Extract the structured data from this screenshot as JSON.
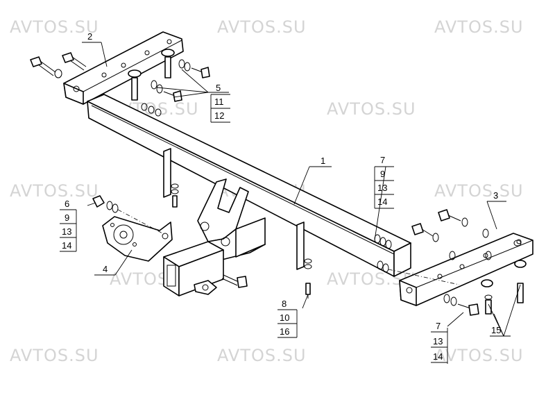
{
  "watermark": "AVTOS.SU",
  "callouts": {
    "c1": "1",
    "c2": "2",
    "c3": "3",
    "c4": "4",
    "c15": "15",
    "stack_top": [
      "5",
      "11",
      "12"
    ],
    "stack_mid_right": [
      "7",
      "9",
      "13",
      "14"
    ],
    "stack_left": [
      "6",
      "9",
      "13",
      "14"
    ],
    "stack_bottom_center": [
      "8",
      "10",
      "16"
    ],
    "stack_bottom_right": [
      "7",
      "13",
      "14"
    ]
  }
}
